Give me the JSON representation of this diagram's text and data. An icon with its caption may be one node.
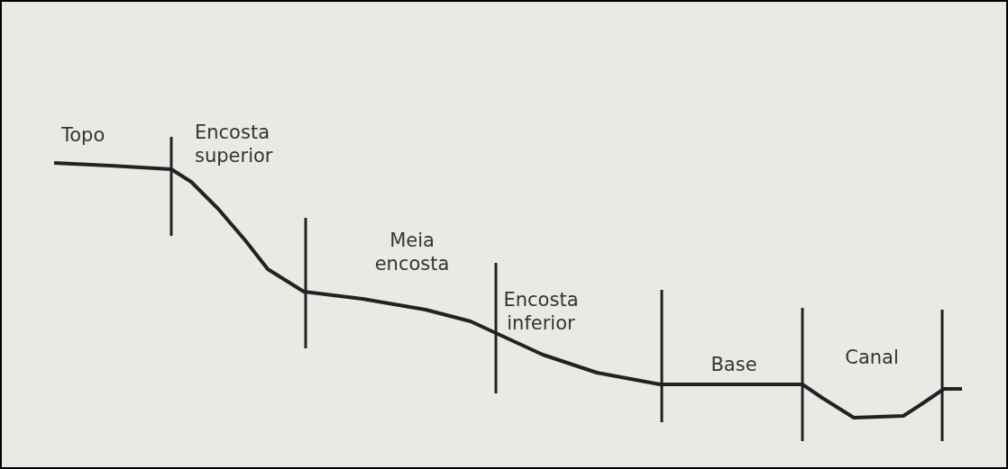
{
  "diagram": {
    "labels": [
      "Topo",
      "Encosta superior",
      "Meia encosta",
      "Encosta inferior",
      "Base",
      "Canal"
    ]
  }
}
